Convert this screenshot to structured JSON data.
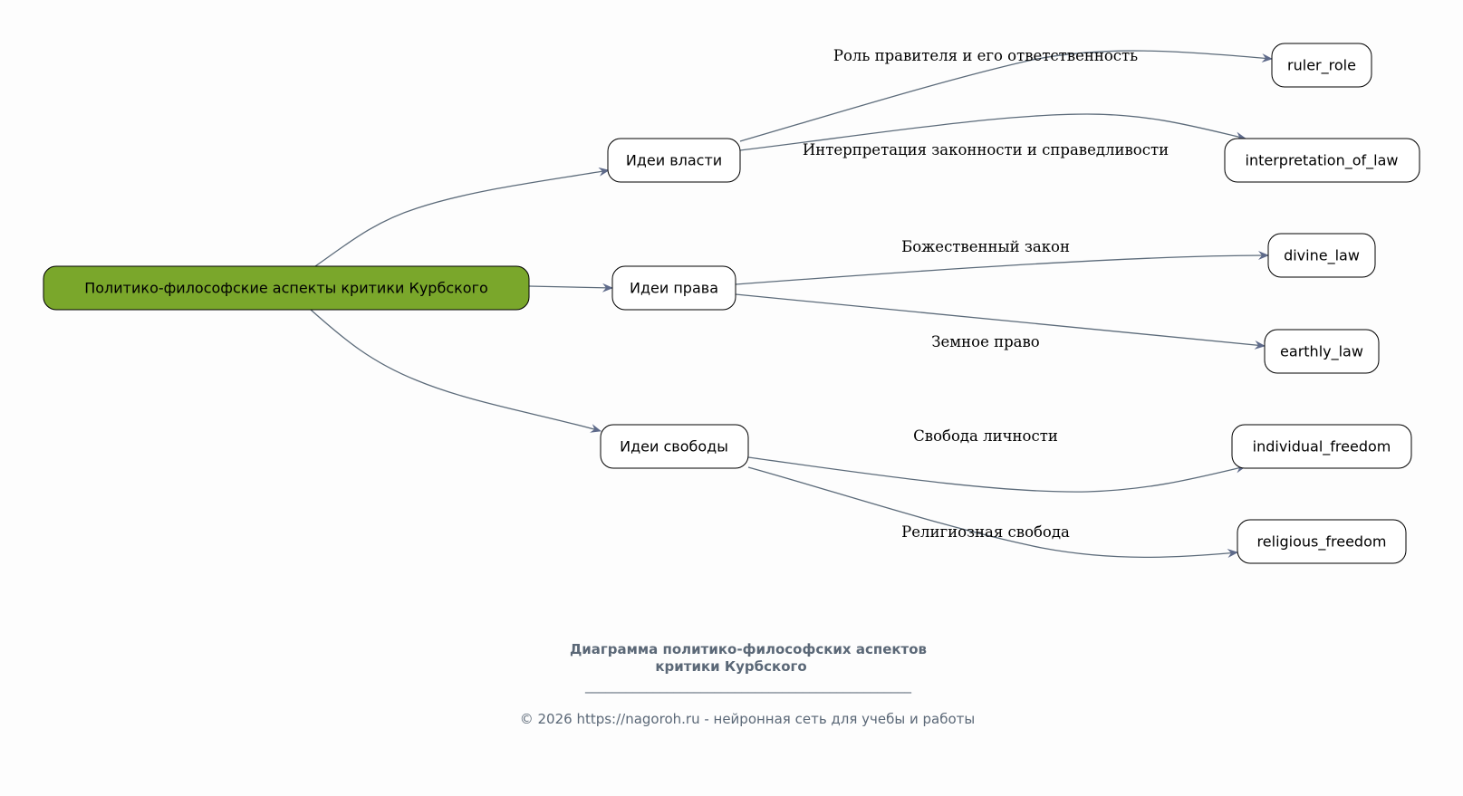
{
  "root": {
    "label": "Политико-философские аспекты критики Курбского"
  },
  "categories": [
    {
      "label": "Идеи власти"
    },
    {
      "label": "Идеи права"
    },
    {
      "label": "Идеи свободы"
    }
  ],
  "leaves": [
    {
      "label": "ruler_role",
      "edge_label": "Роль правителя и его ответственность"
    },
    {
      "label": "interpretation_of_law",
      "edge_label": "Интерпретация законности и справедливости"
    },
    {
      "label": "divine_law",
      "edge_label": "Божественный закон"
    },
    {
      "label": "earthly_law",
      "edge_label": "Земное право"
    },
    {
      "label": "individual_freedom",
      "edge_label": "Свобода личности"
    },
    {
      "label": "religious_freedom",
      "edge_label": "Религиозная свобода"
    }
  ],
  "title_line1": "Диаграмма политико-философских аспектов",
  "title_line2": "критики Курбского",
  "separator": "________________________________________________",
  "footer": "© 2026 https://nagoroh.ru - нейронная сеть для учебы и работы",
  "colors": {
    "root_fill": "#7aa72b",
    "edge": "#5c6b7a",
    "text_muted": "#5b6877"
  }
}
